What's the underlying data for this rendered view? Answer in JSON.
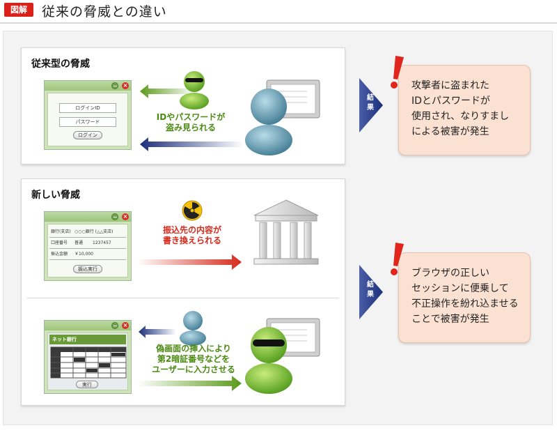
{
  "header": {
    "badge": "図解",
    "title": "従来の脅威との違い"
  },
  "section_old": {
    "title": "従来型の脅威",
    "login_window": {
      "id_field": "ログインID",
      "password_field": "パスワード",
      "login_button": "ログイン"
    },
    "caption_line1": "IDやパスワードが",
    "caption_line2": "盗み見られる"
  },
  "section_new": {
    "title": "新しい脅威",
    "transfer_window": {
      "row1_label": "銀行(支店)",
      "row1_value": "○○○銀行 (△△支店)",
      "row2_label": "口座番号",
      "row2_type": "普通",
      "row2_value": "1237457",
      "row3_label": "振込金額",
      "row3_value": "￥10,000",
      "submit_button": "振込実行"
    },
    "caption_rewrite_line1": "振込先の内容が",
    "caption_rewrite_line2": "書き換えられる",
    "fake_window": {
      "title": "ネット銀行",
      "submit_button": "実行"
    },
    "caption_fake_line1": "偽画面の挿入により",
    "caption_fake_line2": "第2暗証番号などを",
    "caption_fake_line3": "ユーザーに入力させる"
  },
  "results": {
    "tab_label": "結果",
    "result1_lines": [
      "攻撃者に盗まれた",
      "IDとパスワードが",
      "使用され、なりすまし",
      "による被害が発生"
    ],
    "result2_lines": [
      "ブラウザの正しい",
      "セッションに便乗して",
      "不正操作を紛れ込ませる",
      "ことで被害が発生"
    ]
  },
  "colors": {
    "badge_red": "#d9201a",
    "green_text": "#4a8a12",
    "red_text": "#d52a1c",
    "navy_arrow": "#1c2f7a",
    "bubble_fill": "#fbe1d2"
  },
  "icons": [
    "attacker-icon",
    "user-icon",
    "computer-icon",
    "bank-icon",
    "radiation-icon",
    "exclamation-icon"
  ]
}
